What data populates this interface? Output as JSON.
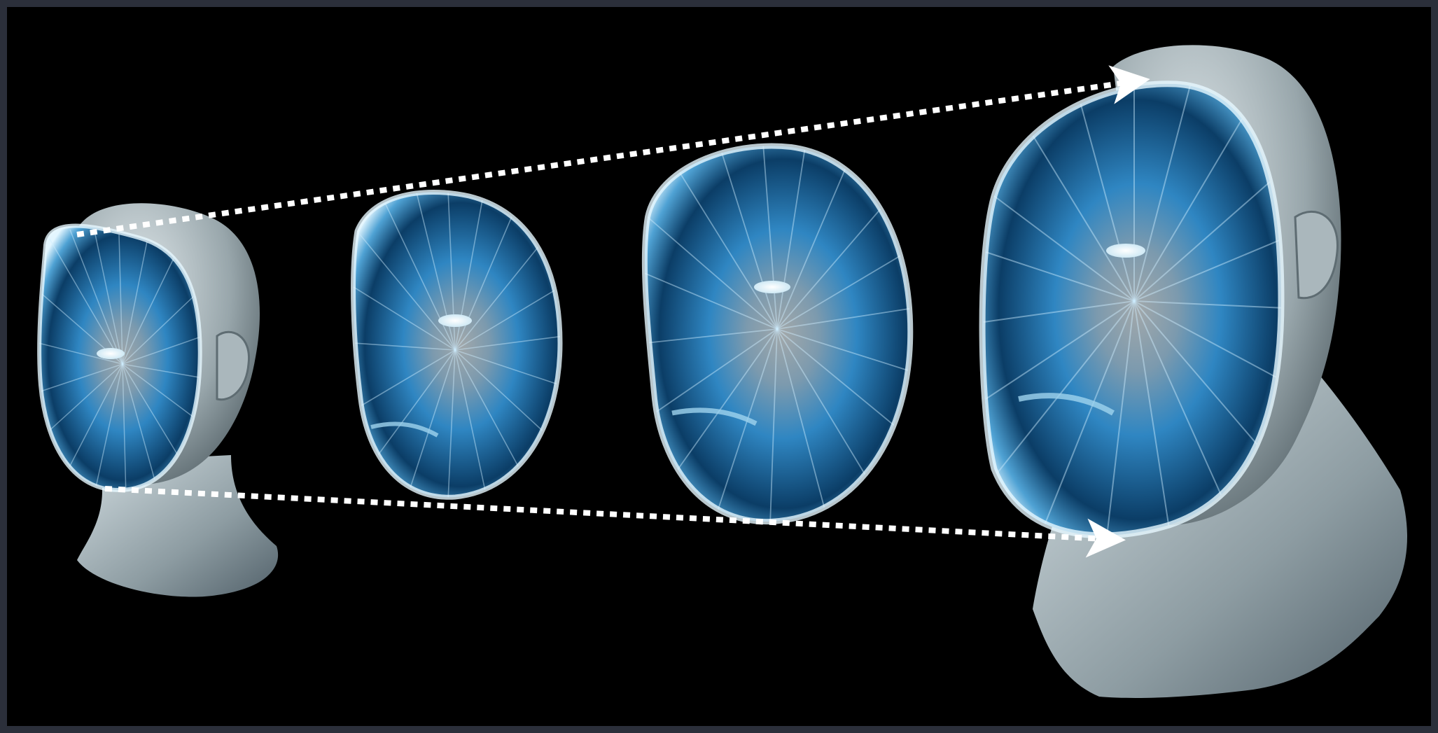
{
  "figure": {
    "description_visible_text": "",
    "colors": {
      "frame_border": "#2b2f3a",
      "background": "#000000",
      "skin_light": "#c9d4d8",
      "skin_dark": "#3d4a50",
      "mesh_blue_dark": "#0b3d66",
      "mesh_blue_mid": "#2f86c2",
      "mesh_edge": "#d8f3ff",
      "mesh_center": "#8e9aa0",
      "arrow": "#ffffff"
    },
    "stages": [
      {
        "id": "stage-1",
        "kind": "full-head-with-face-mesh"
      },
      {
        "id": "stage-2",
        "kind": "face-mesh"
      },
      {
        "id": "stage-3",
        "kind": "face-mesh"
      },
      {
        "id": "stage-4",
        "kind": "full-head-with-face-mesh"
      }
    ],
    "connectors": [
      {
        "id": "top-connector",
        "style": "dotted",
        "head": "arrow"
      },
      {
        "id": "bottom-connector",
        "style": "dotted",
        "head": "arrow"
      }
    ]
  }
}
